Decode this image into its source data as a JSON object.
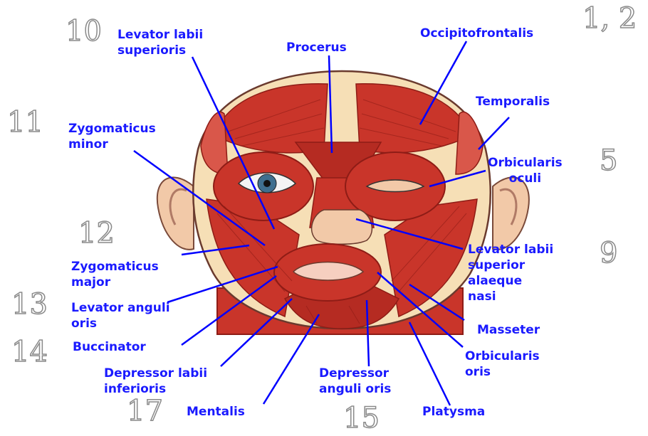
{
  "labels": {
    "levator_labii_superioris": [
      "Levator labii",
      "superioris"
    ],
    "procerus": "Procerus",
    "occipitofrontalis": "Occipitofrontalis",
    "temporalis": "Temporalis",
    "zygomaticus_minor": [
      "Zygomaticus",
      "minor"
    ],
    "orbicularis_oculi": [
      "Orbicularis",
      "oculi"
    ],
    "zygomaticus_major": [
      "Zygomaticus",
      "major"
    ],
    "levator_labii_superior_alaeque_nasi": [
      "Levator labii",
      "superior",
      "alaeque",
      "nasi"
    ],
    "levator_anguli_oris": [
      "Levator anguli",
      "oris"
    ],
    "masseter": "Masseter",
    "buccinator": "Buccinator",
    "orbicularis_oris": [
      "Orbicularis",
      "oris"
    ],
    "depressor_labii_inferioris": [
      "Depressor labii",
      "inferioris"
    ],
    "depressor_anguli_oris": [
      "Depressor",
      "anguli oris"
    ],
    "mentalis": "Mentalis",
    "platysma": "Platysma"
  },
  "numbers": {
    "n10": "10",
    "n1_2": "1, 2",
    "n11": "11",
    "n5": "5",
    "n12": "12",
    "n9": "9",
    "n13": "13",
    "n14": "14",
    "n17": "17",
    "n15": "15"
  },
  "colors": {
    "label_text": "#1a1aff",
    "leader_line": "#0000ff",
    "muscle": "#c9352a",
    "muscle_dark": "#8e1c16",
    "skin": "#f6dfb6",
    "ear": "#f2c9a8"
  }
}
